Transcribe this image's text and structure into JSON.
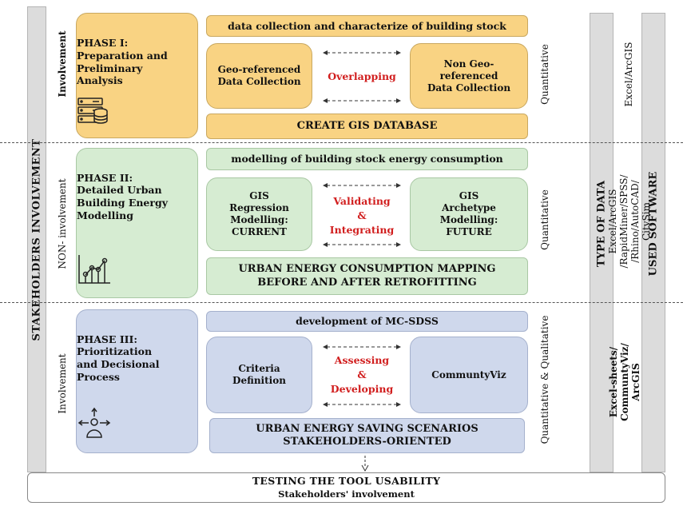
{
  "side": {
    "stakeholders": "STAKEHOLDERS INVOLVEMENT",
    "type_of_data": "TYPE OF DATA",
    "used_software": "USED SOFTWARE"
  },
  "phase1": {
    "involvement": "Involvement",
    "title": "PHASE I:",
    "subtitle_lines": [
      "Preparation and",
      "Preliminary",
      "Analysis"
    ],
    "top_bar": "data collection and characterize of  building stock",
    "left": [
      "Geo-referenced",
      "Data Collection"
    ],
    "link": "Overlapping",
    "right": [
      "Non Geo-",
      "referenced",
      "Data Collection"
    ],
    "bottom_bar": "CREATE GIS DATABASE",
    "data_type": "Quantitative",
    "software": "Excel/ArcGIS",
    "icon": "database-server-icon"
  },
  "phase2": {
    "involvement": "NON- involvement",
    "title": "PHASE II:",
    "subtitle_lines": [
      "Detailed Urban",
      "Building Energy",
      "Modelling"
    ],
    "top_bar": "modelling of building stock energy consumption",
    "left": [
      "GIS",
      "Regression",
      "Modelling:",
      "CURRENT"
    ],
    "link": [
      "Validating",
      "&",
      "Integrating"
    ],
    "right": [
      "GIS",
      "Archetype",
      "Modelling:",
      "FUTURE"
    ],
    "bottom_bar": [
      "URBAN ENERGY CONSUMPTION MAPPING",
      "BEFORE AND AFTER RETROFITTING"
    ],
    "data_type": "Quantitative",
    "software": [
      "Excel/ArcGIS",
      "/RapidMiner/SPSS/",
      "/Rhino/AutoCAD/",
      "CitySim"
    ],
    "icon": "growth-chart-icon"
  },
  "phase3": {
    "involvement": "Involvement",
    "title": "PHASE III:",
    "subtitle_lines": [
      "Prioritization",
      "and Decisional",
      "Process"
    ],
    "top_bar": "development of MC-SDSS",
    "left": [
      "Criteria",
      "Definition"
    ],
    "link": [
      "Assessing",
      "&",
      "Developing"
    ],
    "right": "CommuntyViz",
    "bottom_bar": [
      "URBAN ENERGY SAVING SCENARIOS",
      "STAKEHOLDERS-ORIENTED"
    ],
    "data_type": "Quantitative & Qualitative",
    "software": [
      "Excel-sheets/",
      "CommuntyViz/",
      "ArcGIS"
    ],
    "icon": "user-network-icon"
  },
  "final": {
    "title": "TESTING THE TOOL USABILITY",
    "subtitle": "Stakeholders' involvement"
  },
  "colors": {
    "phase1": "#f9d383",
    "phase2": "#d6ecd2",
    "phase3": "#cfd8ec",
    "link_text": "#d11e1e",
    "side_bars": "#dcdcdc"
  }
}
